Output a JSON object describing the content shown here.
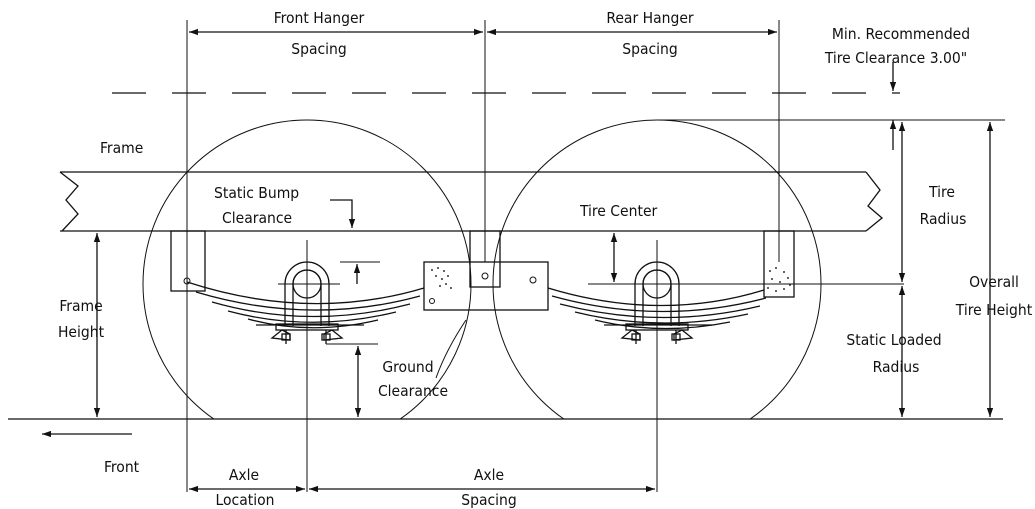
{
  "labels": {
    "front_hanger_spacing": [
      "Front Hanger",
      "Spacing"
    ],
    "rear_hanger_spacing": [
      "Rear Hanger",
      "Spacing"
    ],
    "min_tire_clearance": [
      "Min. Recommended",
      "Tire Clearance 3.00\""
    ],
    "frame": "Frame",
    "static_bump_clearance": [
      "Static Bump",
      "Clearance"
    ],
    "tire_center": "Tire Center",
    "tire_radius": [
      "Tire",
      "Radius"
    ],
    "overall_tire_height": [
      "Overall",
      "Tire Height"
    ],
    "frame_height": [
      "Frame",
      "Height"
    ],
    "static_loaded_radius": [
      "Static Loaded",
      "Radius"
    ],
    "ground_clearance": [
      "Ground",
      "Clearance"
    ],
    "front": "Front",
    "axle_location": [
      "Axle",
      "Location"
    ],
    "axle_spacing": [
      "Axle",
      "Spacing"
    ]
  }
}
